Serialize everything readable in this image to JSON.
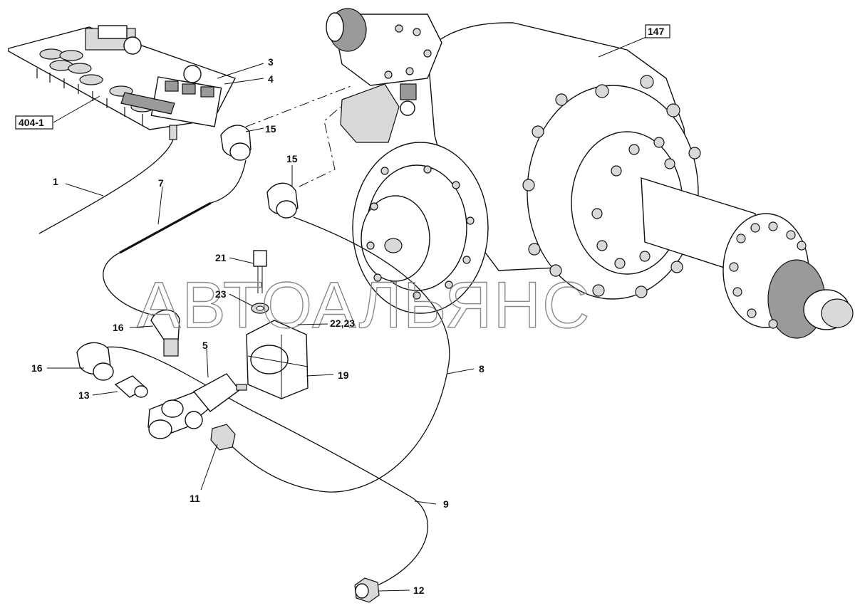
{
  "watermark": "АВТОАЛЬЯНС",
  "boxed_labels": {
    "axle": "147",
    "panel": "404-1"
  },
  "labels": {
    "l1": "1",
    "l3": "3",
    "l4": "4",
    "l5": "5",
    "l7": "7",
    "l8": "8",
    "l9": "9",
    "l11": "11",
    "l12": "12",
    "l13": "13",
    "l15a": "15",
    "l15b": "15",
    "l16a": "16",
    "l16b": "16",
    "l19": "19",
    "l21": "21",
    "l22_23": "22,23",
    "l23": "23"
  }
}
